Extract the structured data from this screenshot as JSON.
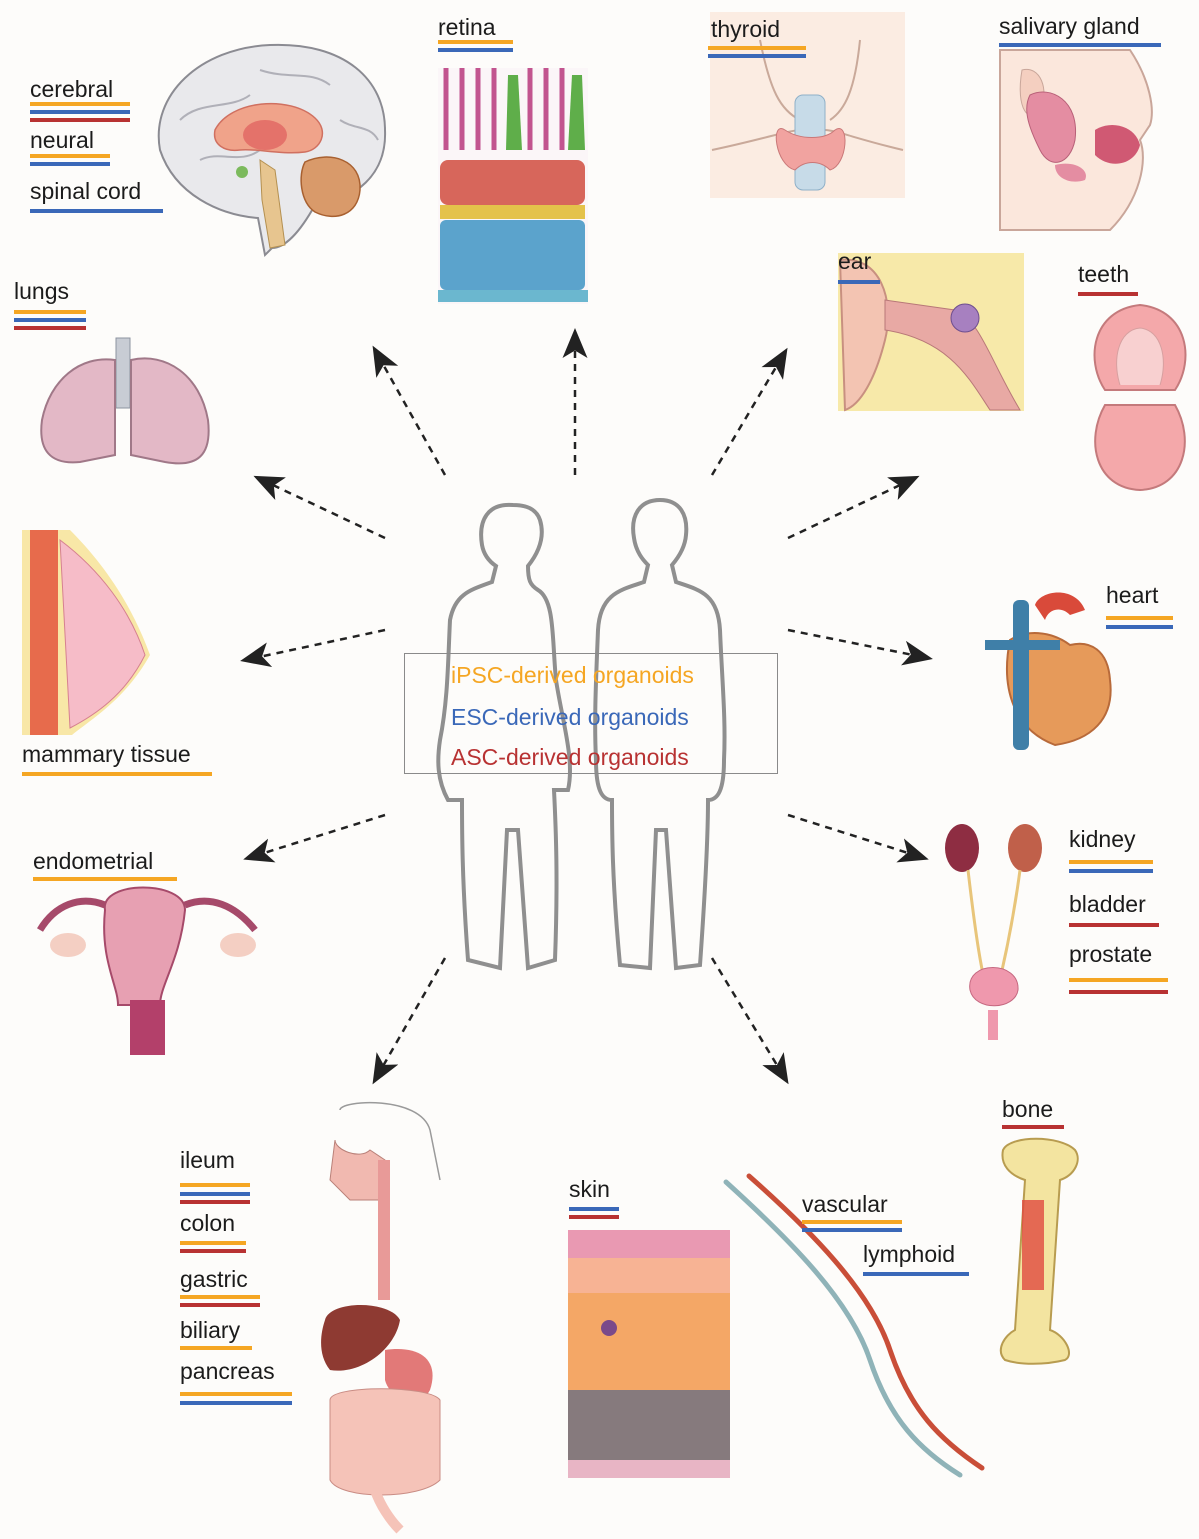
{
  "colors": {
    "ipsc": "#f5a623",
    "esc": "#3a68b8",
    "asc": "#b83232"
  },
  "legend": {
    "ipsc": "iPSC-derived organoids",
    "esc": "ESC-derived organoids",
    "asc": "ASC-derived organoids"
  },
  "organs": {
    "cerebral": "cerebral",
    "neural": "neural",
    "spinal_cord": "spinal cord",
    "retina": "retina",
    "thyroid": "thyroid",
    "salivary_gland": "salivary gland",
    "lungs": "lungs",
    "ear": "ear",
    "teeth": "teeth",
    "heart": "heart",
    "mammary_tissue": "mammary tissue",
    "endometrial": "endometrial",
    "kidney": "kidney",
    "bladder": "bladder",
    "prostate": "prostate",
    "bone": "bone",
    "ileum": "ileum",
    "colon": "colon",
    "gastric": "gastric",
    "biliary": "biliary",
    "pancreas": "pancreas",
    "skin": "skin",
    "vascular": "vascular",
    "lymphoid": "lymphoid"
  }
}
